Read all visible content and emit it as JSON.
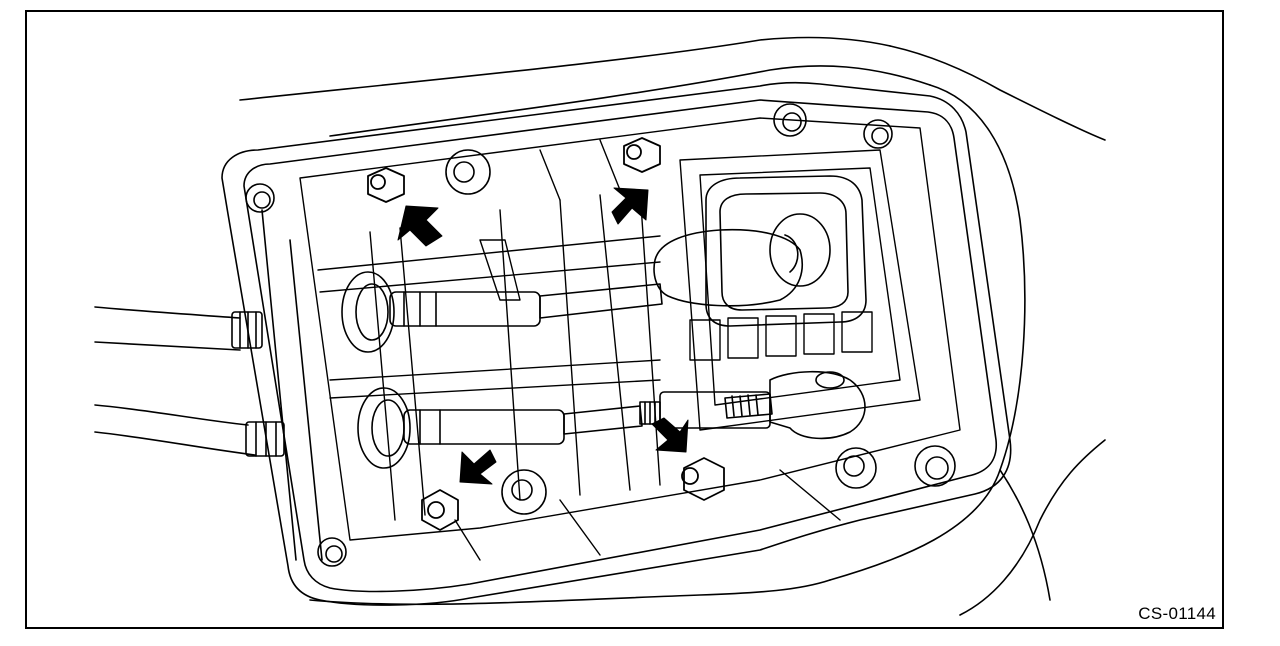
{
  "figure": {
    "id_label": "CS-01144"
  },
  "colors": {
    "line": "#000000",
    "background": "#ffffff",
    "arrow_fill": "#000000"
  },
  "parts": [
    "gear-shift-lever-assembly",
    "mounting-nut",
    "shift-cable",
    "select-cable"
  ]
}
